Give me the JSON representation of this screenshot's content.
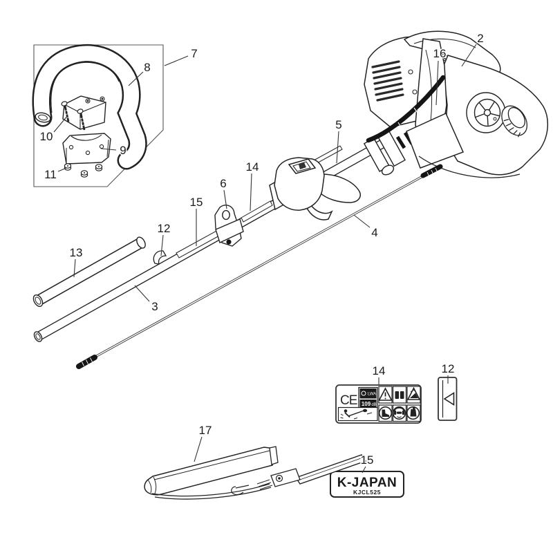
{
  "diagram": {
    "type": "exploded-parts-diagram",
    "product": {
      "brand": "K-JAPAN",
      "model": "KJCL525"
    },
    "callouts": [
      {
        "part": "7"
      },
      {
        "part": "8"
      },
      {
        "part": "10"
      },
      {
        "part": "9"
      },
      {
        "part": "11"
      },
      {
        "part": "2"
      },
      {
        "part": "16"
      },
      {
        "part": "5"
      },
      {
        "part": "14"
      },
      {
        "part": "6"
      },
      {
        "part": "15"
      },
      {
        "part": "12"
      },
      {
        "part": "13"
      },
      {
        "part": "3"
      },
      {
        "part": "4"
      },
      {
        "part": "17"
      },
      {
        "part": "14"
      },
      {
        "part": "12"
      },
      {
        "part": "15"
      }
    ],
    "warning_decal": {
      "ce_mark": "CE",
      "noise": {
        "label": "LWA",
        "value": "109",
        "unit": "dB"
      },
      "pictograms": [
        "trimmer-bystander-warning",
        "general-warning",
        "read-manual",
        "thrown-objects-warning",
        "wear-boots",
        "wear-eye-ear-protection",
        "wear-gloves"
      ]
    },
    "brand_decal": {
      "line1": "K-JAPAN",
      "line2": "KJCL525"
    },
    "colors": {
      "line": "#222222",
      "fill": "#ffffff",
      "black_parts": "#151515"
    }
  }
}
